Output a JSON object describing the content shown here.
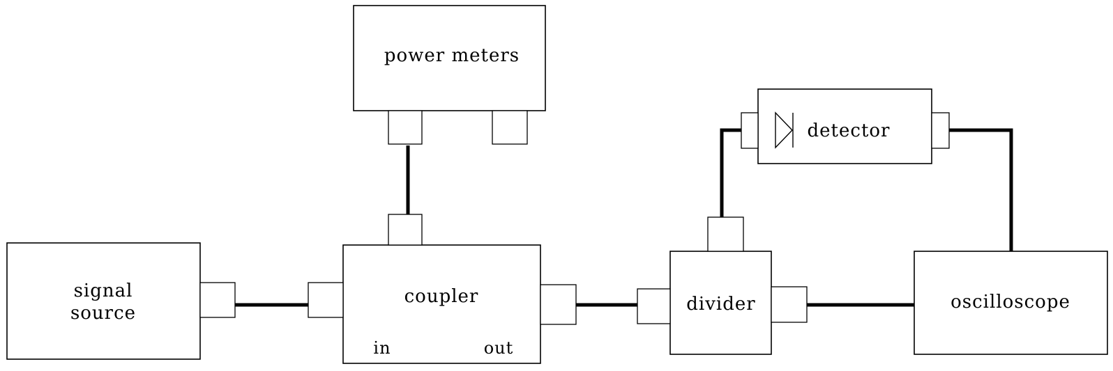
{
  "blocks": {
    "signal_source": {
      "line1": "signal",
      "line2": "source"
    },
    "coupler": {
      "label": "coupler",
      "in_label": "in",
      "out_label": "out"
    },
    "power_meters": {
      "label": "power meters"
    },
    "divider": {
      "label": "divider"
    },
    "detector": {
      "label": "detector"
    },
    "oscilloscope": {
      "label": "oscilloscope"
    }
  }
}
